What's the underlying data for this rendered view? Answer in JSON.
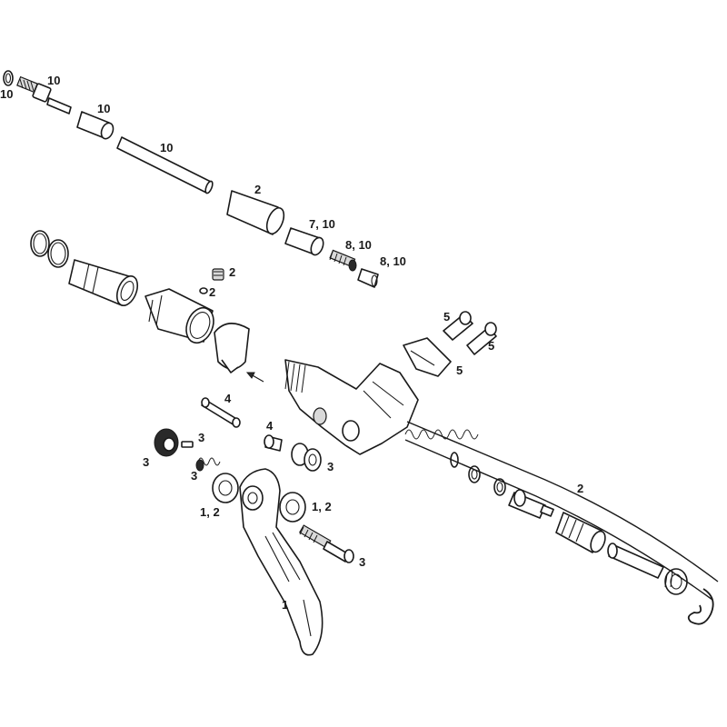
{
  "diagram": {
    "callouts": {
      "c01": "10",
      "c02": "10",
      "c03": "10",
      "c04": "10",
      "c05": "2",
      "c06": "7, 10",
      "c07": "8, 10",
      "c08": "8, 10",
      "c09": "2",
      "c10": "2",
      "c11": "5",
      "c12": "5",
      "c13": "5",
      "c14": "4",
      "c15": "4",
      "c16": "3",
      "c17": "3",
      "c18": "3",
      "c19": "3",
      "c20": "1, 2",
      "c21": "1, 2",
      "c22": "3",
      "c23": "2",
      "c24": "1",
      "c25": "10"
    }
  }
}
